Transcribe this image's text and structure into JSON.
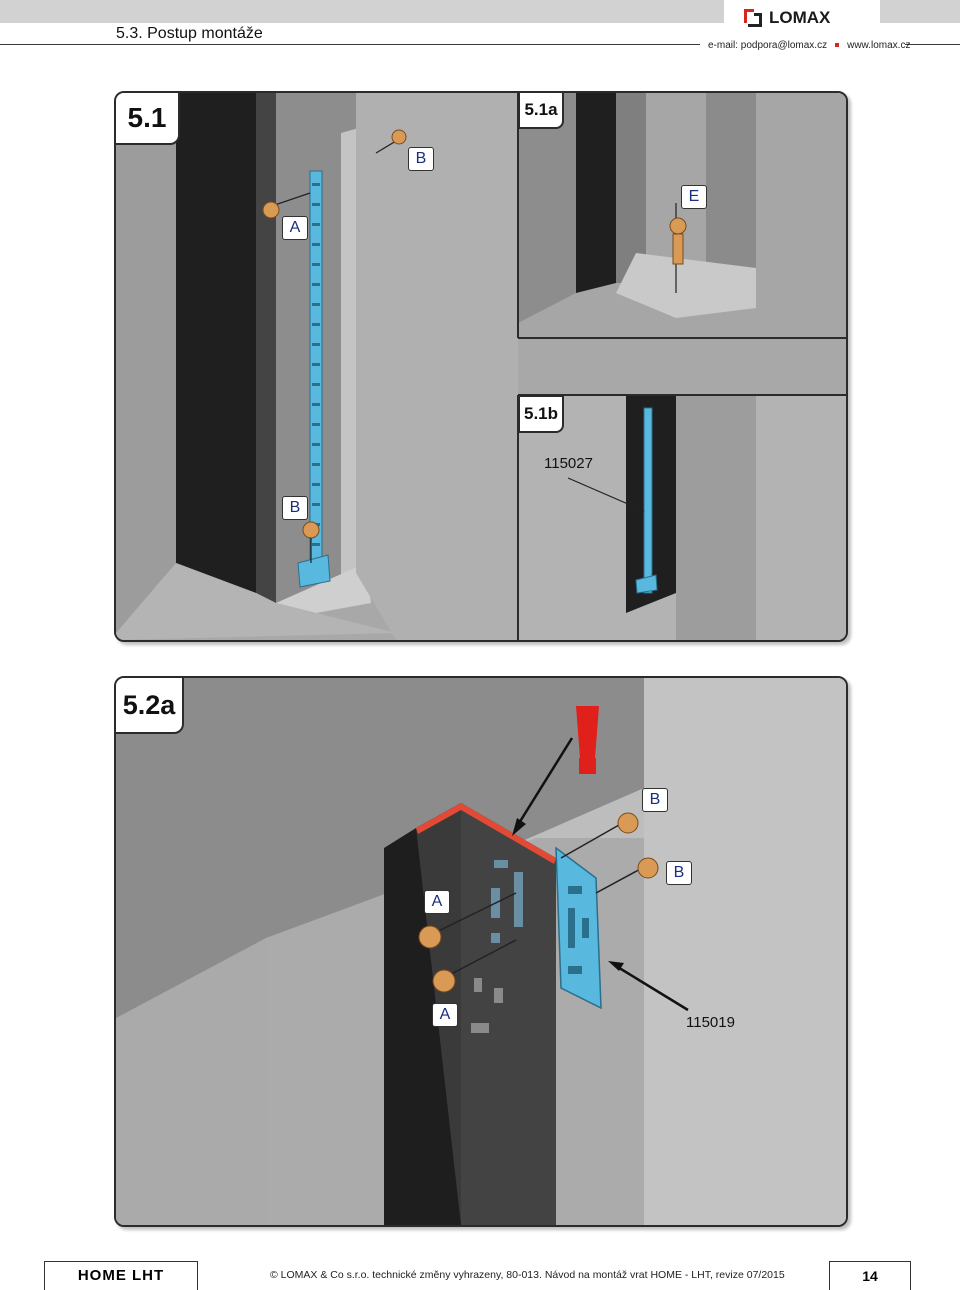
{
  "header": {
    "section_title": "5.3. Postup montáže",
    "brand": "LOMAX",
    "email": "e-mail: podpora@lomax.cz",
    "web": "www.lomax.cz"
  },
  "figure_5_1": {
    "label": "5.1",
    "tags": {
      "a": "A",
      "b_top": "B",
      "b_bottom": "B"
    }
  },
  "figure_5_1a": {
    "label": "5.1a",
    "tags": {
      "e": "E"
    }
  },
  "figure_5_1b": {
    "label": "5.1b",
    "part_number": "115027"
  },
  "figure_5_2a": {
    "label": "5.2a",
    "tags": {
      "b1": "B",
      "b2": "B",
      "a1": "A",
      "a2": "A"
    },
    "part_number": "115019",
    "warning_color": "#e0201b"
  },
  "colors": {
    "hardware_blue": "#58b8de",
    "bolt_orange": "#d89a55"
  },
  "footer": {
    "product": "HOME LHT",
    "copyright": "© LOMAX & Co s.r.o. technické změny vyhrazeny, 80-013. Návod na montáž vrat HOME - LHT, revize 07/2015",
    "page_number": "14"
  }
}
